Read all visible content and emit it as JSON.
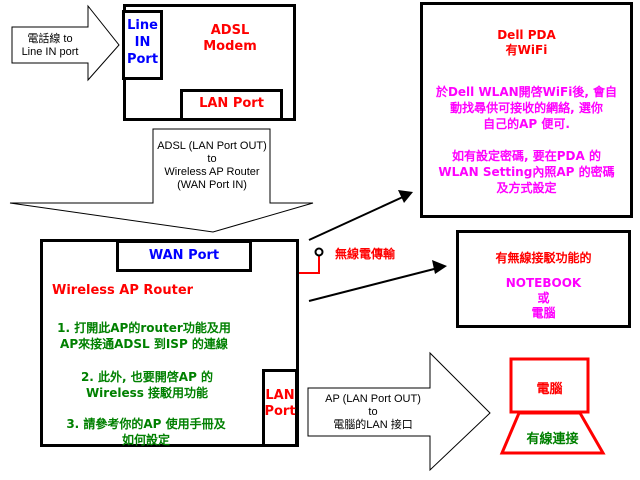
{
  "colors": {
    "red": "#ff0000",
    "blue": "#0000ff",
    "green": "#008000",
    "magenta": "#ff00ff",
    "black": "#000000"
  },
  "phone_arrow": {
    "line1": "電話線 to",
    "line2": "Line IN port"
  },
  "modem": {
    "title_line1": "ADSL",
    "title_line2": "Modem",
    "line_in_port": [
      "Line",
      "IN",
      "Port"
    ],
    "lan_port": "LAN Port"
  },
  "down_arrow": {
    "lines": [
      "ADSL (LAN Port OUT)",
      "to",
      "Wireless AP Router",
      "(WAN Port IN)"
    ]
  },
  "router": {
    "wan_port": "WAN Port",
    "title": "Wireless AP Router",
    "notes": [
      [
        "1. 打開此AP的router功能及用",
        "AP來接通ADSL 到ISP 的連線"
      ],
      [
        "2. 此外, 也要開啓AP 的",
        "Wireless 接駁用功能"
      ],
      [
        "3. 請參考你的AP 使用手冊及",
        "如何設定"
      ]
    ],
    "lan_port": [
      "LAN",
      "Port"
    ]
  },
  "wireless_label": "無線電傳輸",
  "pda": {
    "title_line1": "Dell PDA",
    "title_line2": "有WiFi",
    "para1": [
      "於Dell WLAN開啓WiFi後, 會自",
      "動找尋供可接收的網絡, 選你",
      "自己的AP 便可."
    ],
    "para2": [
      "如有設定密碼, 要在PDA 的",
      "WLAN Setting內照AP 的密碼",
      "及方式設定"
    ]
  },
  "notebook": {
    "line1": "有無線接駁功能的",
    "line2": "NOTEBOOK",
    "line3": "或",
    "line4": "電腦"
  },
  "lan_arrow": {
    "lines": [
      "AP (LAN Port OUT)",
      "to",
      "電腦的LAN 接口"
    ]
  },
  "computer": {
    "screen_label": "電腦",
    "base_label": "有線連接"
  }
}
